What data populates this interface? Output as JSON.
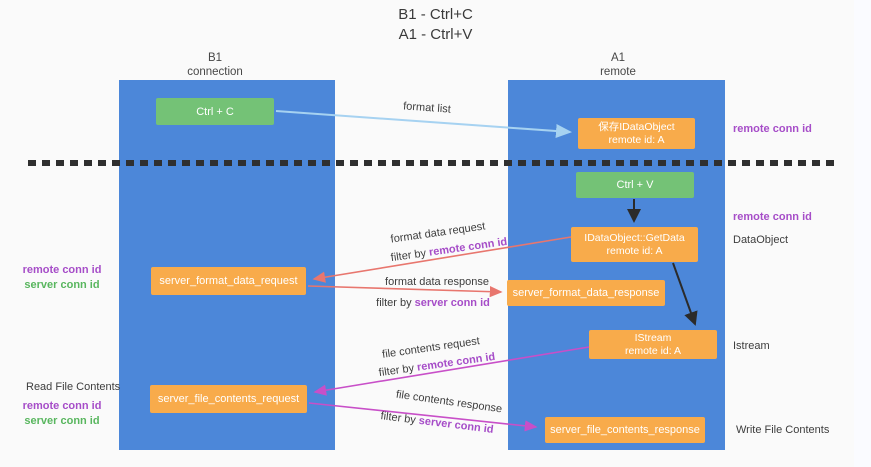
{
  "title": {
    "line1": "B1 - Ctrl+C",
    "line2": "A1 - Ctrl+V"
  },
  "columns": {
    "left": {
      "name": "B1",
      "role": "connection"
    },
    "right": {
      "name": "A1",
      "role": "remote"
    }
  },
  "boxes": {
    "ctrl_c": {
      "label": "Ctrl + C"
    },
    "save_idataobject": {
      "line1": "保存IDataObject",
      "line2": "remote id: A"
    },
    "ctrl_v": {
      "label": "Ctrl + V"
    },
    "getdata": {
      "line1": "IDataObject::GetData",
      "line2": "remote id: A"
    },
    "format_request": {
      "label": "server_format_data_request"
    },
    "format_response": {
      "label": "server_format_data_response"
    },
    "istream": {
      "line1": "IStream",
      "line2": "remote id: A"
    },
    "file_request": {
      "label": "server_file_contents_request"
    },
    "file_response": {
      "label": "server_file_contents_response"
    }
  },
  "flow_labels": {
    "format_list": "format list",
    "format_data_request": "format data request",
    "filter_by_remote_1": {
      "prefix": "filter by ",
      "conn_id": "remote conn id"
    },
    "format_data_response": "format data response",
    "filter_by_server_1": {
      "prefix": "filter by ",
      "conn_id": "server conn id"
    },
    "file_contents_request": "file contents request",
    "filter_by_remote_2": {
      "prefix": "filter by ",
      "conn_id": "remote conn id"
    },
    "file_contents_response": "file contents response",
    "filter_by_server_2": {
      "prefix": "filter by ",
      "conn_id": "server conn id"
    }
  },
  "left_labels": {
    "remote_conn_1": "remote conn id",
    "server_conn_1": "server conn id",
    "read_file": "Read File Contents",
    "remote_conn_2": "remote conn id",
    "server_conn_2": "server conn id"
  },
  "right_labels": {
    "remote_conn_1": "remote conn id",
    "remote_conn_2": "remote conn id",
    "dataobject": "DataObject",
    "istream": "Istream",
    "write_file": "Write File Contents"
  },
  "colors": {
    "background": "#fafafa",
    "column_blue": "#4c87d9",
    "box_orange": "#f8ab4b",
    "box_green": "#74c276",
    "arrow_light_blue": "#a6d2f1",
    "arrow_red": "#e8766e",
    "arrow_magenta": "#c84fc8",
    "arrow_black": "#2b2b2b",
    "conn_id_purple": "#a64dc8",
    "conn_id_green": "#58b65e"
  }
}
